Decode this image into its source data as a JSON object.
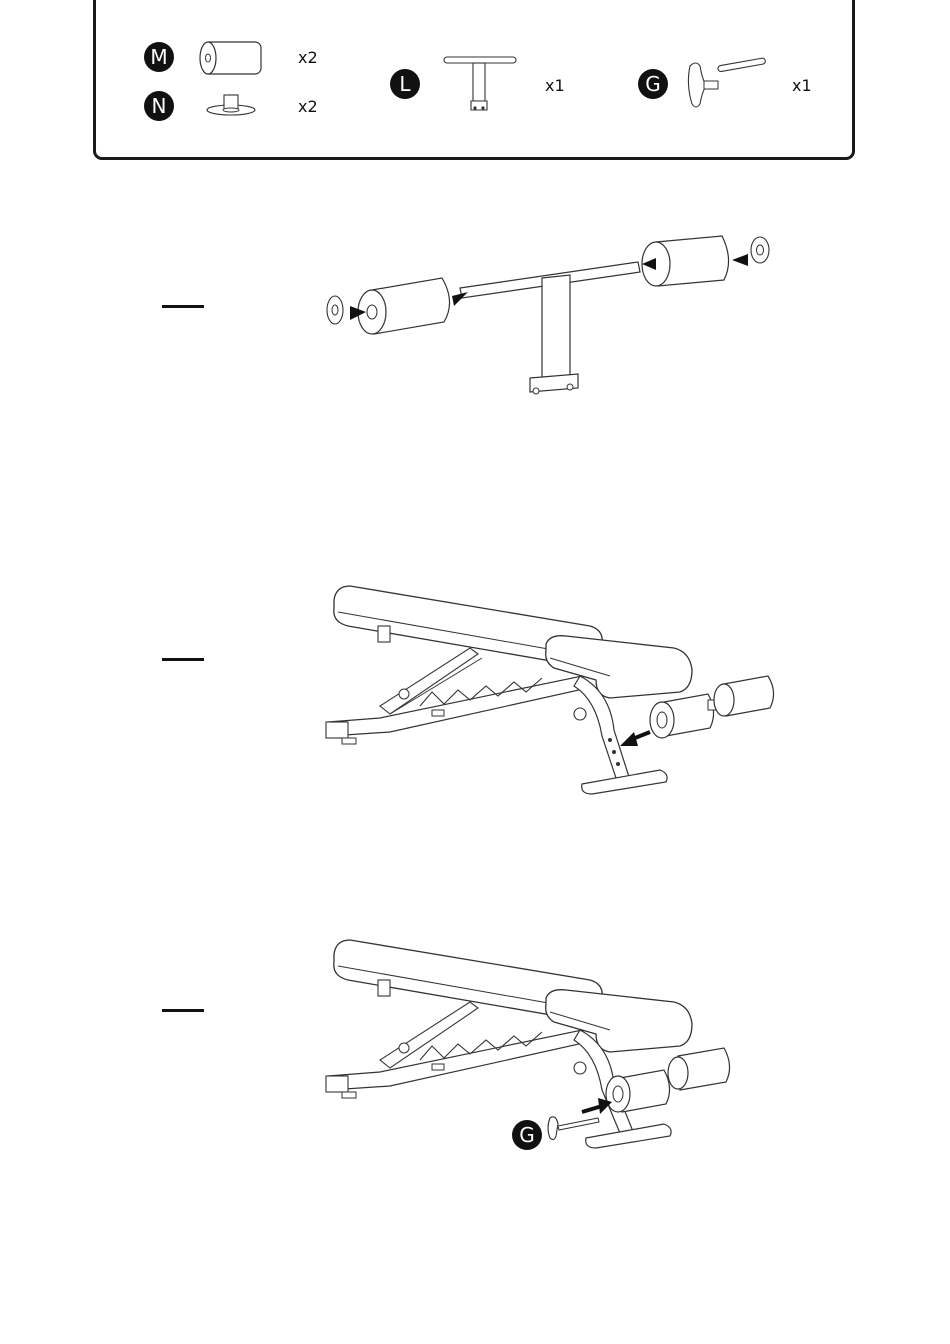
{
  "parts": [
    {
      "letter": "M",
      "quantity": "x2",
      "icon": "foam-roller-icon"
    },
    {
      "letter": "N",
      "quantity": "x2",
      "icon": "end-cap-icon"
    },
    {
      "letter": "L",
      "quantity": "x1",
      "icon": "t-bar-leg-holder-icon"
    },
    {
      "letter": "G",
      "quantity": "x1",
      "icon": "knob-pin-icon"
    }
  ],
  "steps": [
    {
      "figure": "roller-assembly-figure"
    },
    {
      "figure": "bench-roller-insert-figure"
    },
    {
      "figure": "bench-pin-insert-figure",
      "callout_letter": "G"
    }
  ]
}
